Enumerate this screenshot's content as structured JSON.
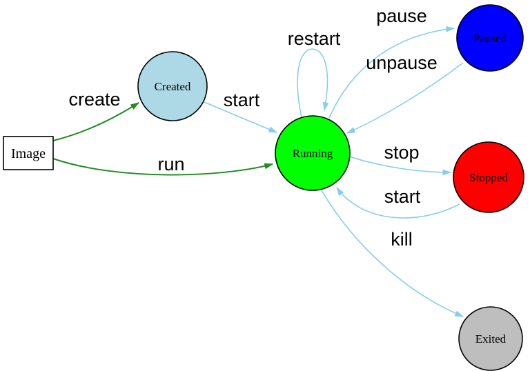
{
  "diagram": {
    "kind": "state-diagram",
    "subject": "container-lifecycle"
  },
  "colors": {
    "background": "#FFFFFF",
    "edge_blue": "#87CEEB",
    "edge_green": "#228B22",
    "node_border": "#000000",
    "image_border": "#0000FF",
    "label_text": "#000000"
  },
  "nodes": {
    "image": {
      "label": "Image",
      "shape": "rectangle",
      "fill": "#FFFFFF",
      "border": "#0000FF"
    },
    "created": {
      "label": "Created",
      "shape": "circle",
      "fill": "#ADD8E6",
      "border": "#000000"
    },
    "running": {
      "label": "Running",
      "shape": "circle",
      "fill": "#00FF00",
      "border": "#000000"
    },
    "paused": {
      "label": "Paused",
      "shape": "circle",
      "fill": "#0000FF",
      "border": "#000000"
    },
    "stopped": {
      "label": "Stopped",
      "shape": "circle",
      "fill": "#FF0000",
      "border": "#000000"
    },
    "exited": {
      "label": "Exited",
      "shape": "circle",
      "fill": "#BEBEBE",
      "border": "#000000"
    }
  },
  "edges": {
    "create": {
      "label": "create",
      "from": "image",
      "to": "created",
      "color": "#228B22"
    },
    "run": {
      "label": "run",
      "from": "image",
      "to": "running",
      "color": "#228B22"
    },
    "start_created": {
      "label": "start",
      "from": "created",
      "to": "running",
      "color": "#87CEEB"
    },
    "restart": {
      "label": "restart",
      "from": "running",
      "to": "running",
      "color": "#87CEEB"
    },
    "pause": {
      "label": "pause",
      "from": "running",
      "to": "paused",
      "color": "#87CEEB"
    },
    "unpause": {
      "label": "unpause",
      "from": "paused",
      "to": "running",
      "color": "#87CEEB"
    },
    "stop": {
      "label": "stop",
      "from": "running",
      "to": "stopped",
      "color": "#87CEEB"
    },
    "start_stopped": {
      "label": "start",
      "from": "stopped",
      "to": "running",
      "color": "#87CEEB"
    },
    "kill": {
      "label": "kill",
      "from": "running",
      "to": "exited",
      "color": "#87CEEB"
    }
  }
}
